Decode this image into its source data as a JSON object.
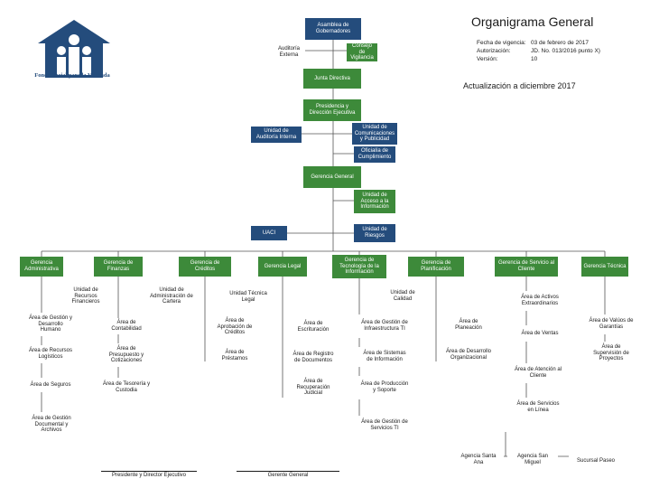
{
  "header": {
    "title": "Organigrama General",
    "meta": [
      {
        "key": "Fecha de vigencia:",
        "value": "03 de febrero de 2017"
      },
      {
        "key": "Autorización:",
        "value": "JD. No. 013/2016 punto X)"
      },
      {
        "key": "Versión:",
        "value": "10"
      }
    ],
    "update": "Actualización a diciembre 2017"
  },
  "logo": {
    "text": "Fondo Social para la Vivienda"
  },
  "top": {
    "asamblea": "Asamblea de Gobernadores",
    "consejo": "Consejo de Vigilancia",
    "auditoria_externa": "Auditoría Externa",
    "junta": "Junta Directiva",
    "presidencia": "Presidencia y Dirección Ejecutiva",
    "auditoria_interna": "Unidad de Auditoría Interna",
    "comunicaciones": "Unidad de Comunicaciones y Publicidad",
    "cumplimiento": "Oficialía de Cumplimiento",
    "gerencia_general": "Gerencia General",
    "acceso_info": "Unidad de Acceso a la Información",
    "uaci": "UACI",
    "riesgos": "Unidad de Riesgos"
  },
  "gerencias": [
    {
      "key": "administrativa",
      "label": "Gerencia Administrativa"
    },
    {
      "key": "finanzas",
      "label": "Gerencia de Finanzas"
    },
    {
      "key": "creditos",
      "label": "Gerencia de Créditos"
    },
    {
      "key": "legal",
      "label": "Gerencia Legal"
    },
    {
      "key": "tecnologia",
      "label": "Gerencia de Tecnología de la Información"
    },
    {
      "key": "planificacion",
      "label": "Gerencia de Planificación"
    },
    {
      "key": "servicio",
      "label": "Gerencia de Servicio al Cliente"
    },
    {
      "key": "tecnica",
      "label": "Gerencia Técnica"
    }
  ],
  "units": {
    "rrhh": "Unidad de Recursos Financieros",
    "admin_creditos": "Unidad de Administración de Cartera",
    "tecnica_legal": "Unidad Técnica Legal",
    "calidad": "Unidad de Calidad"
  },
  "areas": {
    "administrativa": [
      "Área de Gestión y Desarrollo Humano",
      "Área de Recursos Logísticos",
      "Área de Seguros",
      "Área de Gestión Documental y Archivos"
    ],
    "finanzas": [
      "Área de Contabilidad",
      "Área de Presupuesto y Cotizaciones",
      "Área de Tesorería y Custodia"
    ],
    "creditos": [
      "Área de Aprobación de Créditos",
      "Área de Préstamos"
    ],
    "legal": [
      "Área de Escrituración",
      "Área de Registro de Documentos",
      "Área de Recuperación Judicial"
    ],
    "tecnologia": [
      "Área de Gestión de Infraestructura TI",
      "Área de Sistemas de Información",
      "Área de Producción y Soporte",
      "Área de Gestión de Servicios TI"
    ],
    "planificacion": [
      "Área de Planeación",
      "Área de Desarrollo Organizacional"
    ],
    "servicio": [
      "Área de Activos Extraordinarios",
      "Área de Ventas",
      "Área de Atención al Cliente",
      "Área de Servicios en Línea"
    ],
    "tecnica": [
      "Área de Valúos de Garantías",
      "Área de Supervisión de Proyectos"
    ]
  },
  "agencias": [
    "Agencia Santa Ana",
    "Agencia San Miguel",
    "Sucursal Paseo"
  ],
  "signatures": [
    "Presidente y Director Ejecutivo",
    "Gerente General"
  ]
}
